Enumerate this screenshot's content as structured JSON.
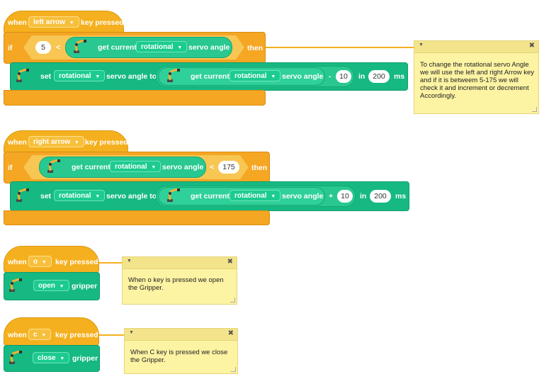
{
  "colors": {
    "events": "#f5b01f",
    "control": "#f5a623",
    "motion": "#16b982",
    "comment": "#fcf3a3"
  },
  "labels": {
    "when": "when",
    "key_pressed": "key pressed",
    "if": "if",
    "then": "then",
    "get_current": "get current",
    "servo_angle": "servo angle",
    "set": "set",
    "servo_angle_to": "servo angle to",
    "in": "in",
    "ms": "ms",
    "lt": "<",
    "minus": "-",
    "plus": "+",
    "gripper": "gripper"
  },
  "scripts": [
    {
      "key": "left arrow",
      "cond_left": "5",
      "servo": "rotational",
      "set_servo": "rotational",
      "op_servo": "rotational",
      "delta": "10",
      "duration": "200"
    },
    {
      "key": "right arrow",
      "servo": "rotational",
      "cond_right": "175",
      "set_servo": "rotational",
      "op_servo": "rotational",
      "delta": "10",
      "duration": "200"
    },
    {
      "key": "o",
      "gripper_action": "open"
    },
    {
      "key": "c",
      "gripper_action": "close"
    }
  ],
  "comments": [
    {
      "text": "To change the rotational servo Angle we will use the left and right Arrow key and if it is betweem 5-175 we will check it  and increment or decrement Accordingly."
    },
    {
      "text": "When o key is pressed we open the Gripper."
    },
    {
      "text": "When C key is pressed we close the Gripper."
    }
  ],
  "icons": {
    "dropdown": "▼",
    "collapse": "▼",
    "close": "✖",
    "block_icon": "robot-arm-icon",
    "resize": "resize-grip-icon"
  }
}
